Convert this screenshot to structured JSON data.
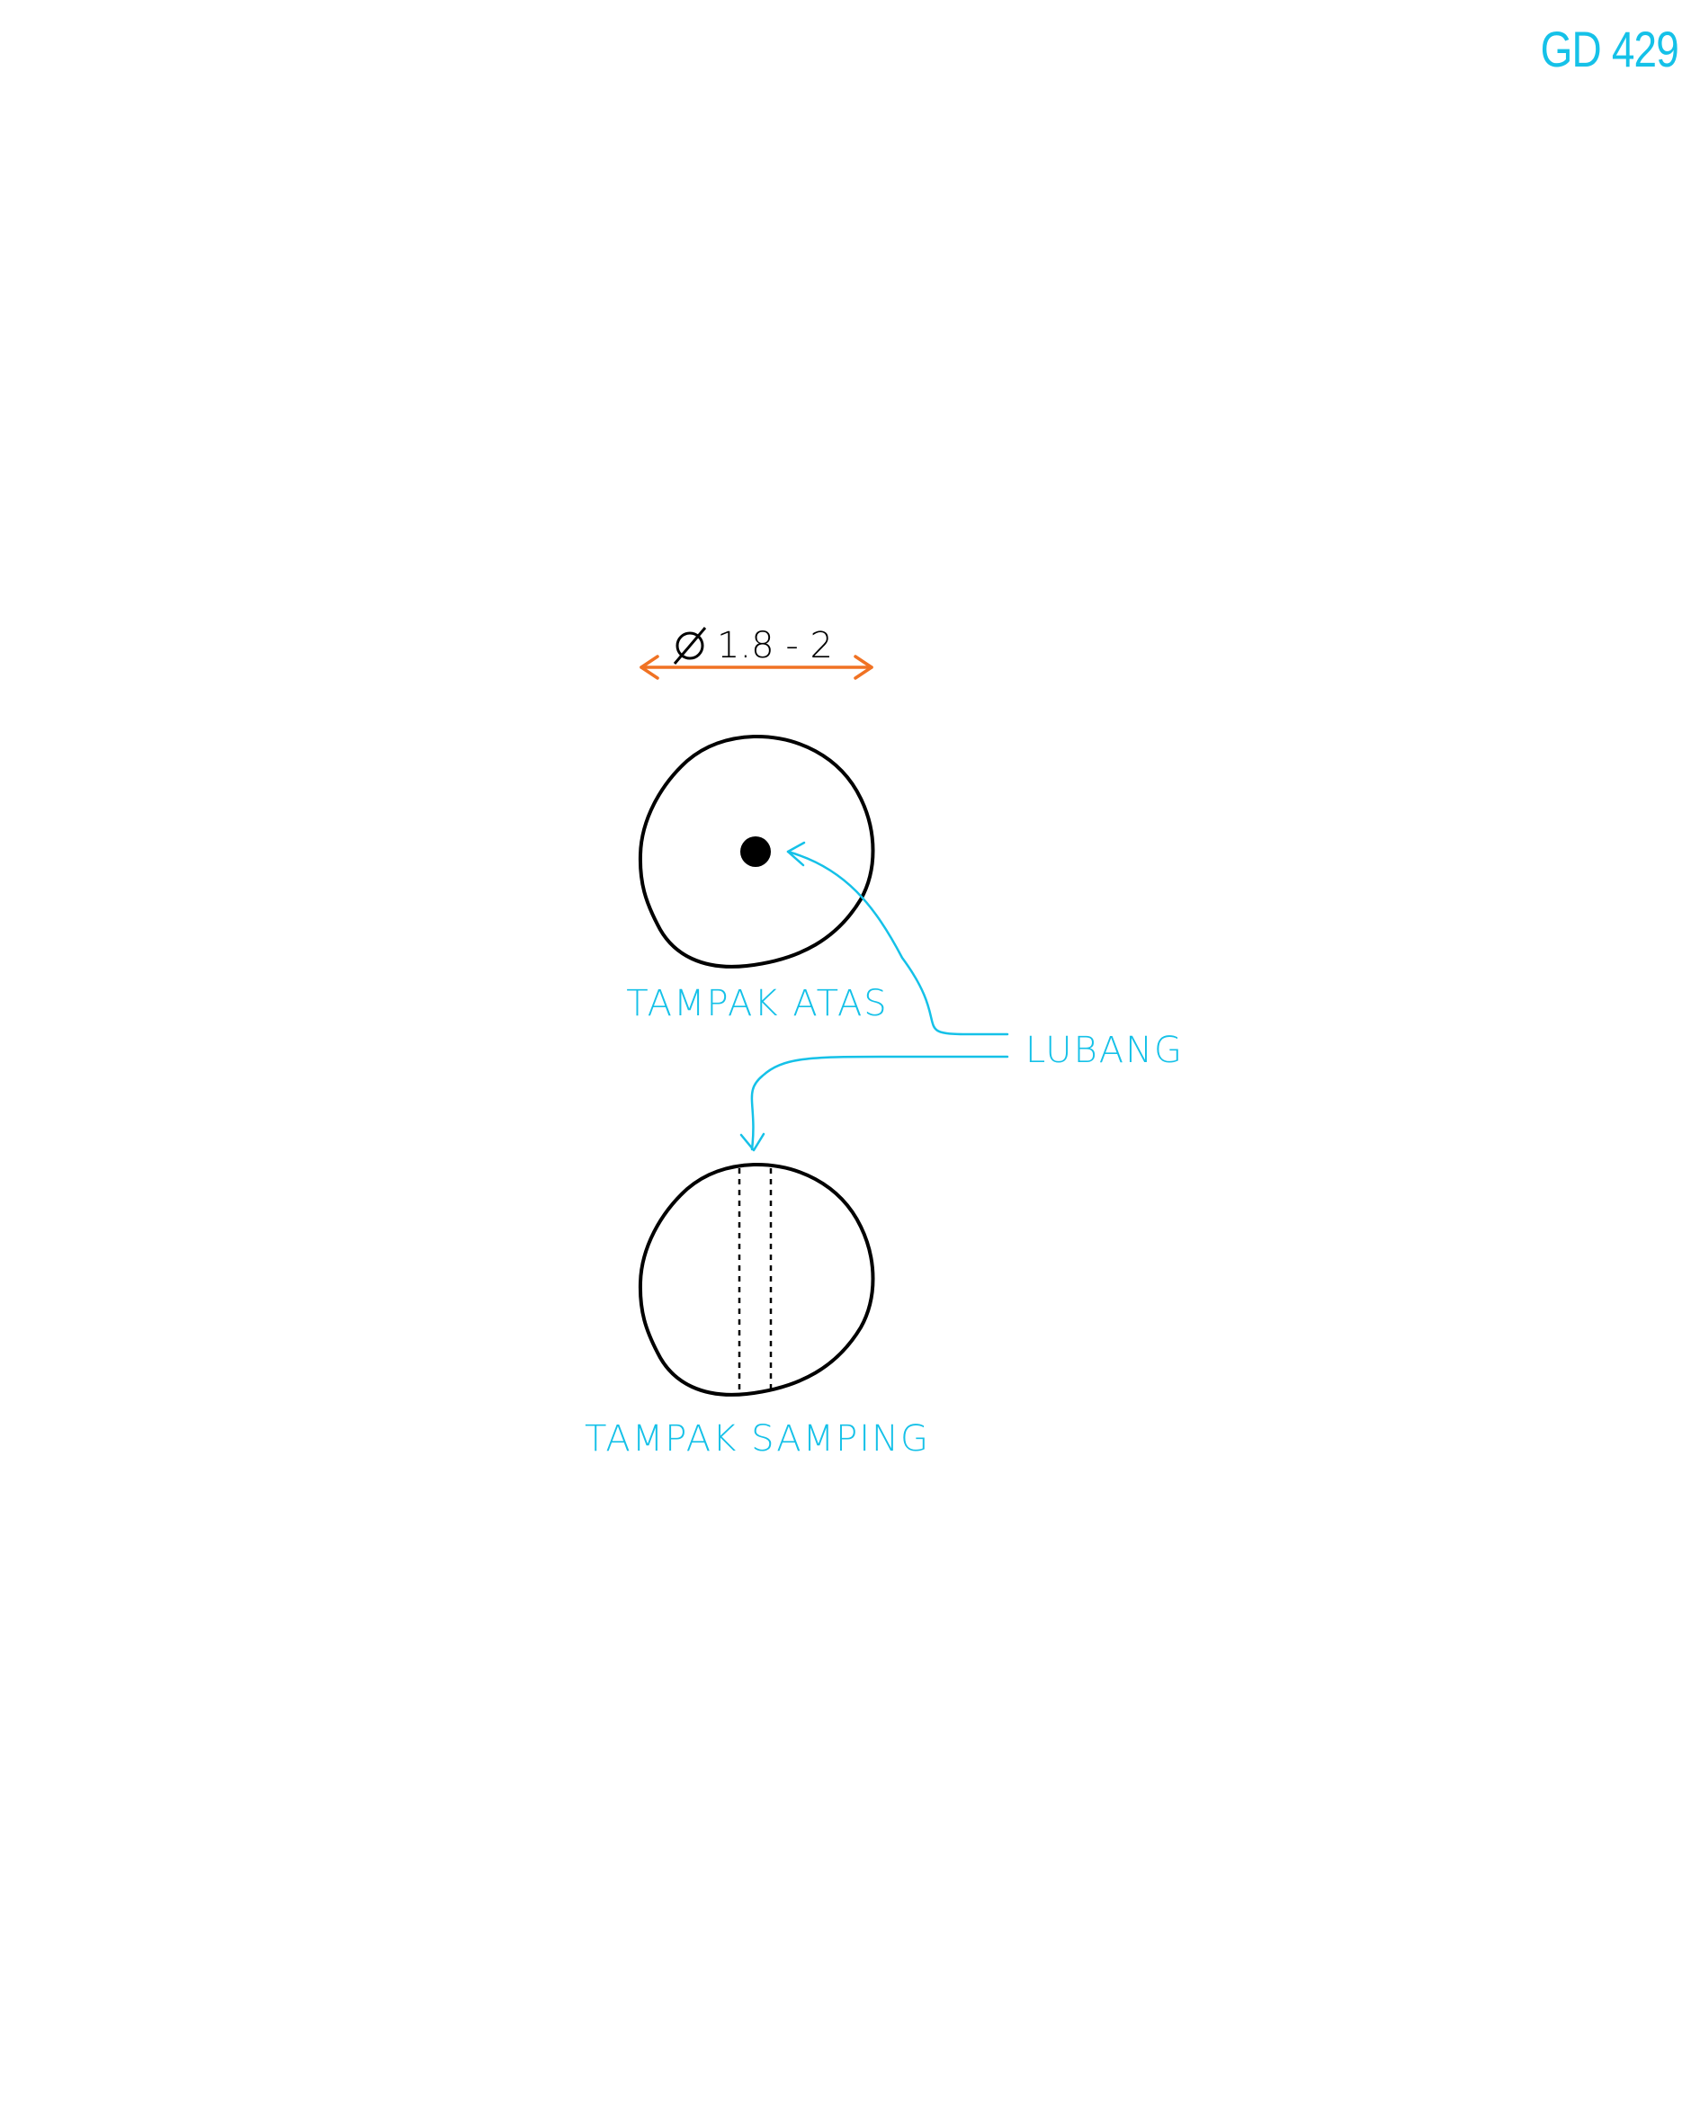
{
  "drawing_code": "GD 429",
  "dimension": {
    "symbol": "Ø",
    "value": "1.8 - 2"
  },
  "views": {
    "top": {
      "label": "TAMPAK ATAS"
    },
    "side": {
      "label": "TAMPAK SAMPING"
    }
  },
  "callout": {
    "label": "LUBANG"
  },
  "colors": {
    "annotation": "#15c1e8",
    "dimension_arrow": "#f07223",
    "outline": "#000000"
  },
  "icons": {
    "hole": "filled-circle",
    "arrows": "open-chevron"
  }
}
